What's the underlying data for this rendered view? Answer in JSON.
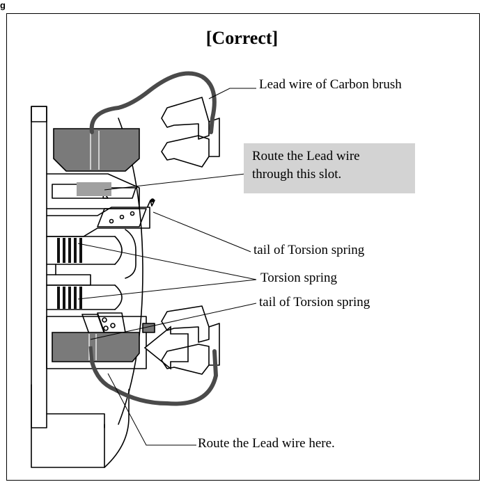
{
  "figure_label": "g",
  "title": "[Correct]",
  "callouts": {
    "lead_wire": "Lead wire of Carbon brush",
    "route_slot_line1": "Route the Lead wire",
    "route_slot_line2": "through this slot.",
    "tail_upper": "tail of Torsion spring",
    "torsion": "Torsion spring",
    "tail_lower": "tail of Torsion spring",
    "route_here": "Route the Lead wire here."
  },
  "colors": {
    "wire": "#4a4a4a",
    "brush": "#7a7a7a",
    "highlight": "#d3d3d3"
  }
}
